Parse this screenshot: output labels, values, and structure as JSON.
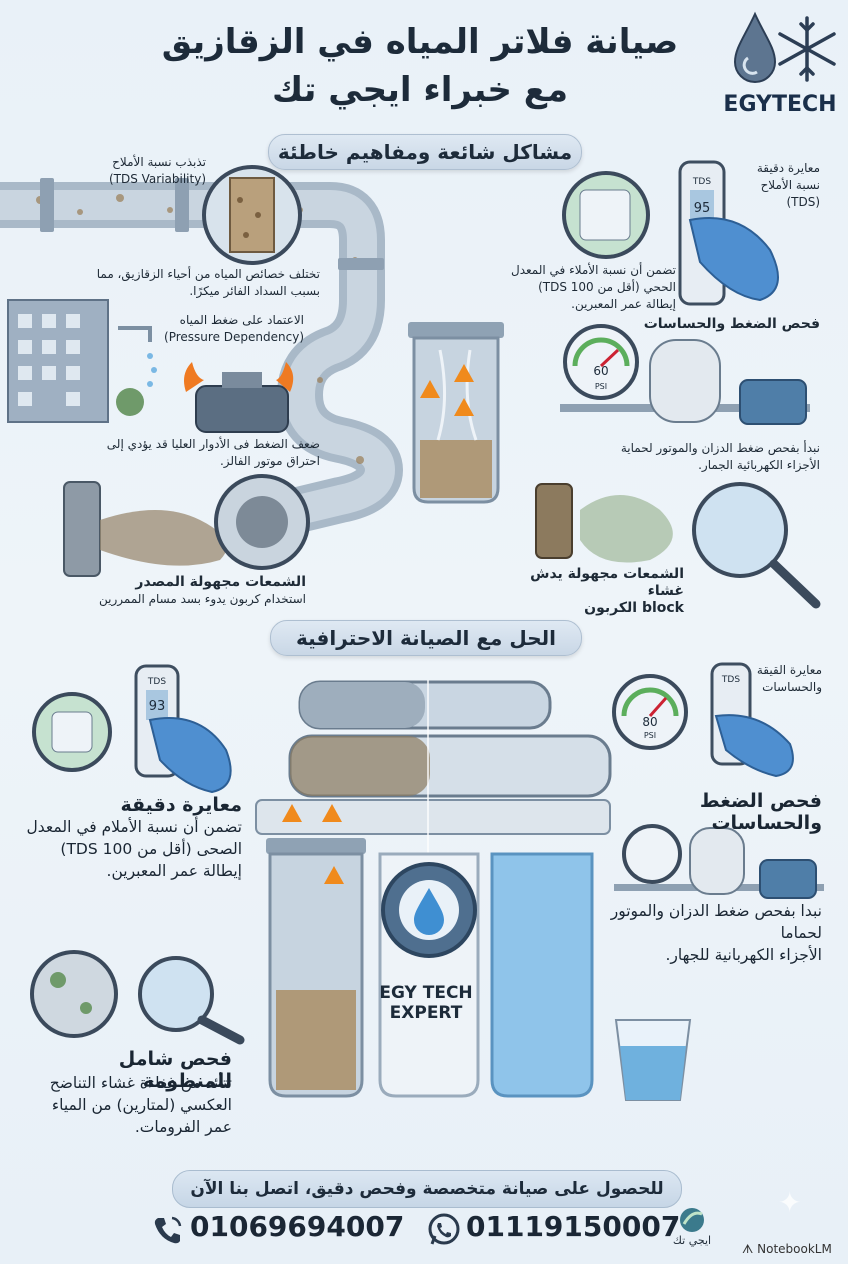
{
  "header": {
    "title_line1": "صيانة فلاتر المياه في الزقازيق",
    "title_line2": "مع خبراء ايجي تك",
    "logo_text": "EGYTECH"
  },
  "sections": {
    "problems_title": "مشاكل شائعة ومفاهيم خاطئة",
    "solution_title": "الحل مع الصيانة الاحترافية"
  },
  "problems": {
    "tds": {
      "title": "تذبذب نسبة الأملاح",
      "subtitle": "(TDS Variability)",
      "desc1": "تختلف خصائص المياه من أحياء الزقازيق، مما",
      "desc2": "بسبب السداد الفائر ميكرًا."
    },
    "pressure": {
      "title": "الاعتماد على ضغط المياه",
      "subtitle": "(Pressure Dependency)",
      "desc1": "ضعف الضغط فى الأدوار العليا قد يؤدي إلى",
      "desc2": "احتراق موتور الفالز."
    },
    "cartridges": {
      "title": "الشمعات مجهولة المصدر",
      "desc1": "استخدام كربون يدوء بسد مسام الممررين"
    },
    "tds_check": {
      "title1": "معايرة دقيقة",
      "title2": "نسبة الأملاح",
      "title3": "(TDS)",
      "meter_label": "TDS",
      "meter_value": "95",
      "desc1": "تضمن أن نسبة الأملاء في المعدل",
      "desc2": "الححي (أقل من TDS 100)",
      "desc3": "إيطالة عمر المعبرين."
    },
    "pressure_check": {
      "title": "فحص الضغط والحساسات",
      "gauge_value": "60",
      "gauge_unit": "PSI",
      "desc1": "نبدأ بفحص ضغط الدزان والموتور لحماية",
      "desc2": "الأجزاء الكهربائية الجمار."
    },
    "carbon": {
      "title1": "الشمعات مجهولة يدش غشاء",
      "title2": "block الكربون"
    }
  },
  "solutions": {
    "tds": {
      "meter_label": "TDS",
      "meter_value": "93",
      "title": "معايرة دقيقة",
      "desc1": "تضمن أن نسبة الأملام في المعدل",
      "desc2": "الصحى (أقل من TDS 100)",
      "desc3": "إيطالة عمر المعبرين."
    },
    "calibration": {
      "title1": "معايرة القيقة",
      "title2": "والحساسات",
      "meter_label": "TDS",
      "gauge_value": "80",
      "gauge_unit": "PSI"
    },
    "pressure": {
      "title": "فحص الضغط والحساسات",
      "desc1": "نبدا بفحص ضغط الدزان والموتور لحماما",
      "desc2": "الأجزاء الكهربانية للجهار."
    },
    "system": {
      "title": "فحص شامل للمنظومة",
      "desc1": "تتأئد من غفاءة غشاء التناضح",
      "desc2": "العكسي (لمتارين) من المياء",
      "desc3": "عمر الفرومات."
    },
    "expert_line1": "EGY TECH",
    "expert_line2": "EXPERT"
  },
  "footer": {
    "cta": "للحصول على صيانة متخصصة وفحص دقيق، اتصل بنا الآن",
    "phone1": "01069694007",
    "phone2": "01119150007",
    "brand_ar": "ايجي تك",
    "notebook": "NotebookLM"
  },
  "colors": {
    "dark_text": "#1d2b3a",
    "water_blue": "#6fb1de",
    "dirty_brown": "#a88a60",
    "glove_blue": "#4f8fd0",
    "warning_orange": "#f08a1c"
  }
}
